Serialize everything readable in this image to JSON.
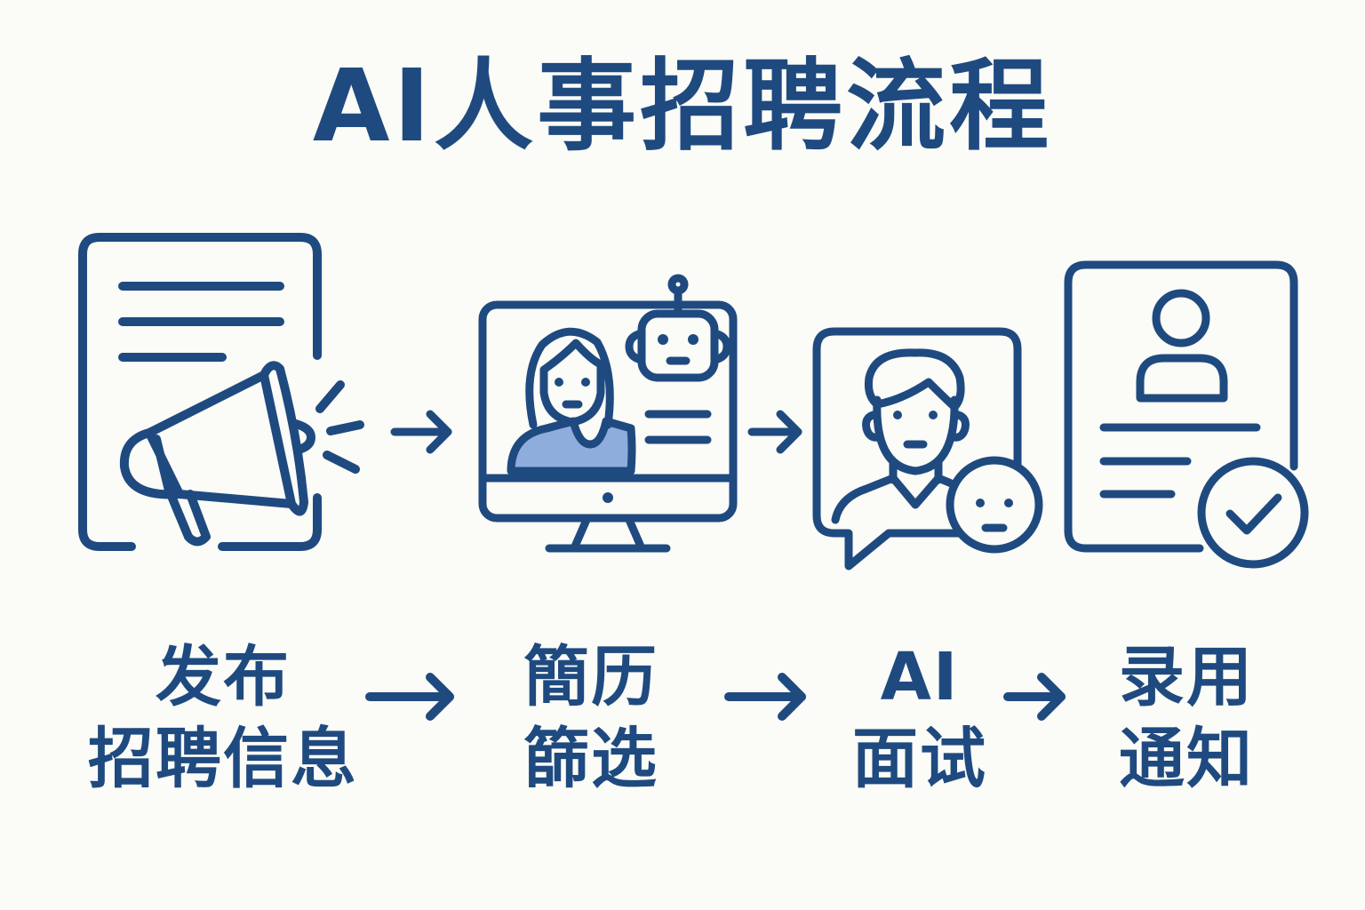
{
  "title": "AI人事招聘流程",
  "colors": {
    "primary": "#1f4a80",
    "accent_fill": "#8eacdc",
    "background": "#fbfbf7"
  },
  "steps": [
    {
      "line1": "发布",
      "line2": "招聘信息",
      "icon": "megaphone-document-icon"
    },
    {
      "line1": "簡历",
      "line2": "篩选",
      "icon": "monitor-robot-screening-icon"
    },
    {
      "line1": "AI",
      "line2": "面试",
      "icon": "interview-chat-icon"
    },
    {
      "line1": "录用",
      "line2": "通知",
      "icon": "offer-approved-icon"
    }
  ],
  "connectors": [
    "arrow-right-icon",
    "arrow-right-icon",
    "arrow-right-icon"
  ]
}
